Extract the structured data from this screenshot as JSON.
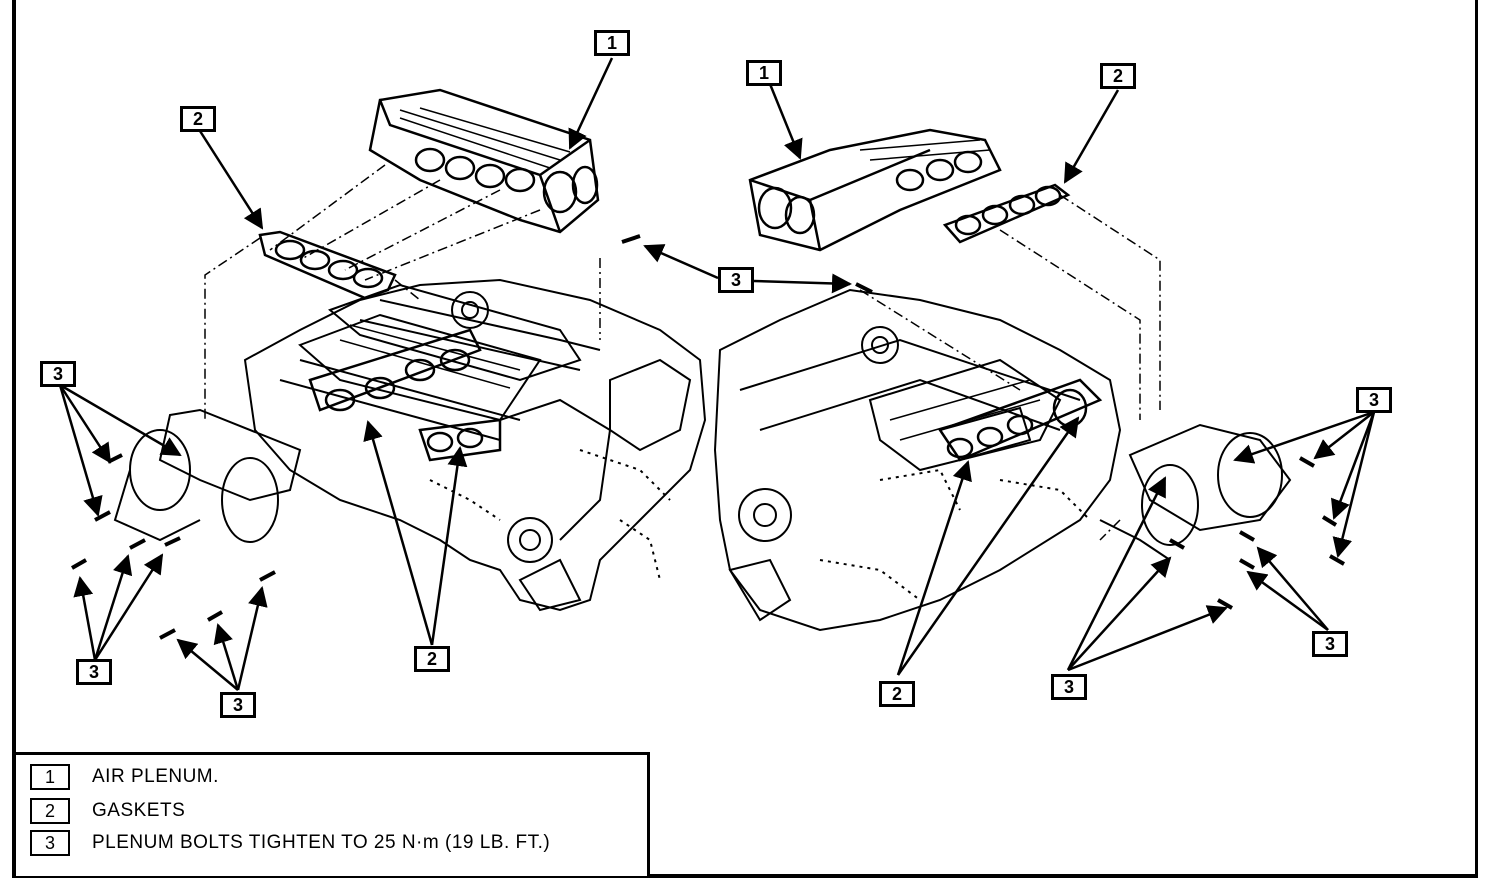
{
  "callouts": {
    "left_plenum": "1",
    "left_gasket_top": "2",
    "left_bolts_upper": "3",
    "left_bolts_lower_a": "3",
    "left_bolts_lower_b": "3",
    "left_gaskets_lower": "2",
    "center_bolts": "3",
    "right_plenum": "1",
    "right_gasket_top": "2",
    "right_bolts_upper": "3",
    "right_bolts_lower_a": "3",
    "right_bolts_lower_b": "3",
    "right_gaskets_lower": "2"
  },
  "legend": {
    "items": [
      {
        "number": "1",
        "text": "AIR PLENUM."
      },
      {
        "number": "2",
        "text": "GASKETS"
      },
      {
        "number": "3",
        "text": "PLENUM BOLTS TIGHTEN TO 25 N·m (19 LB. FT.)"
      }
    ]
  }
}
